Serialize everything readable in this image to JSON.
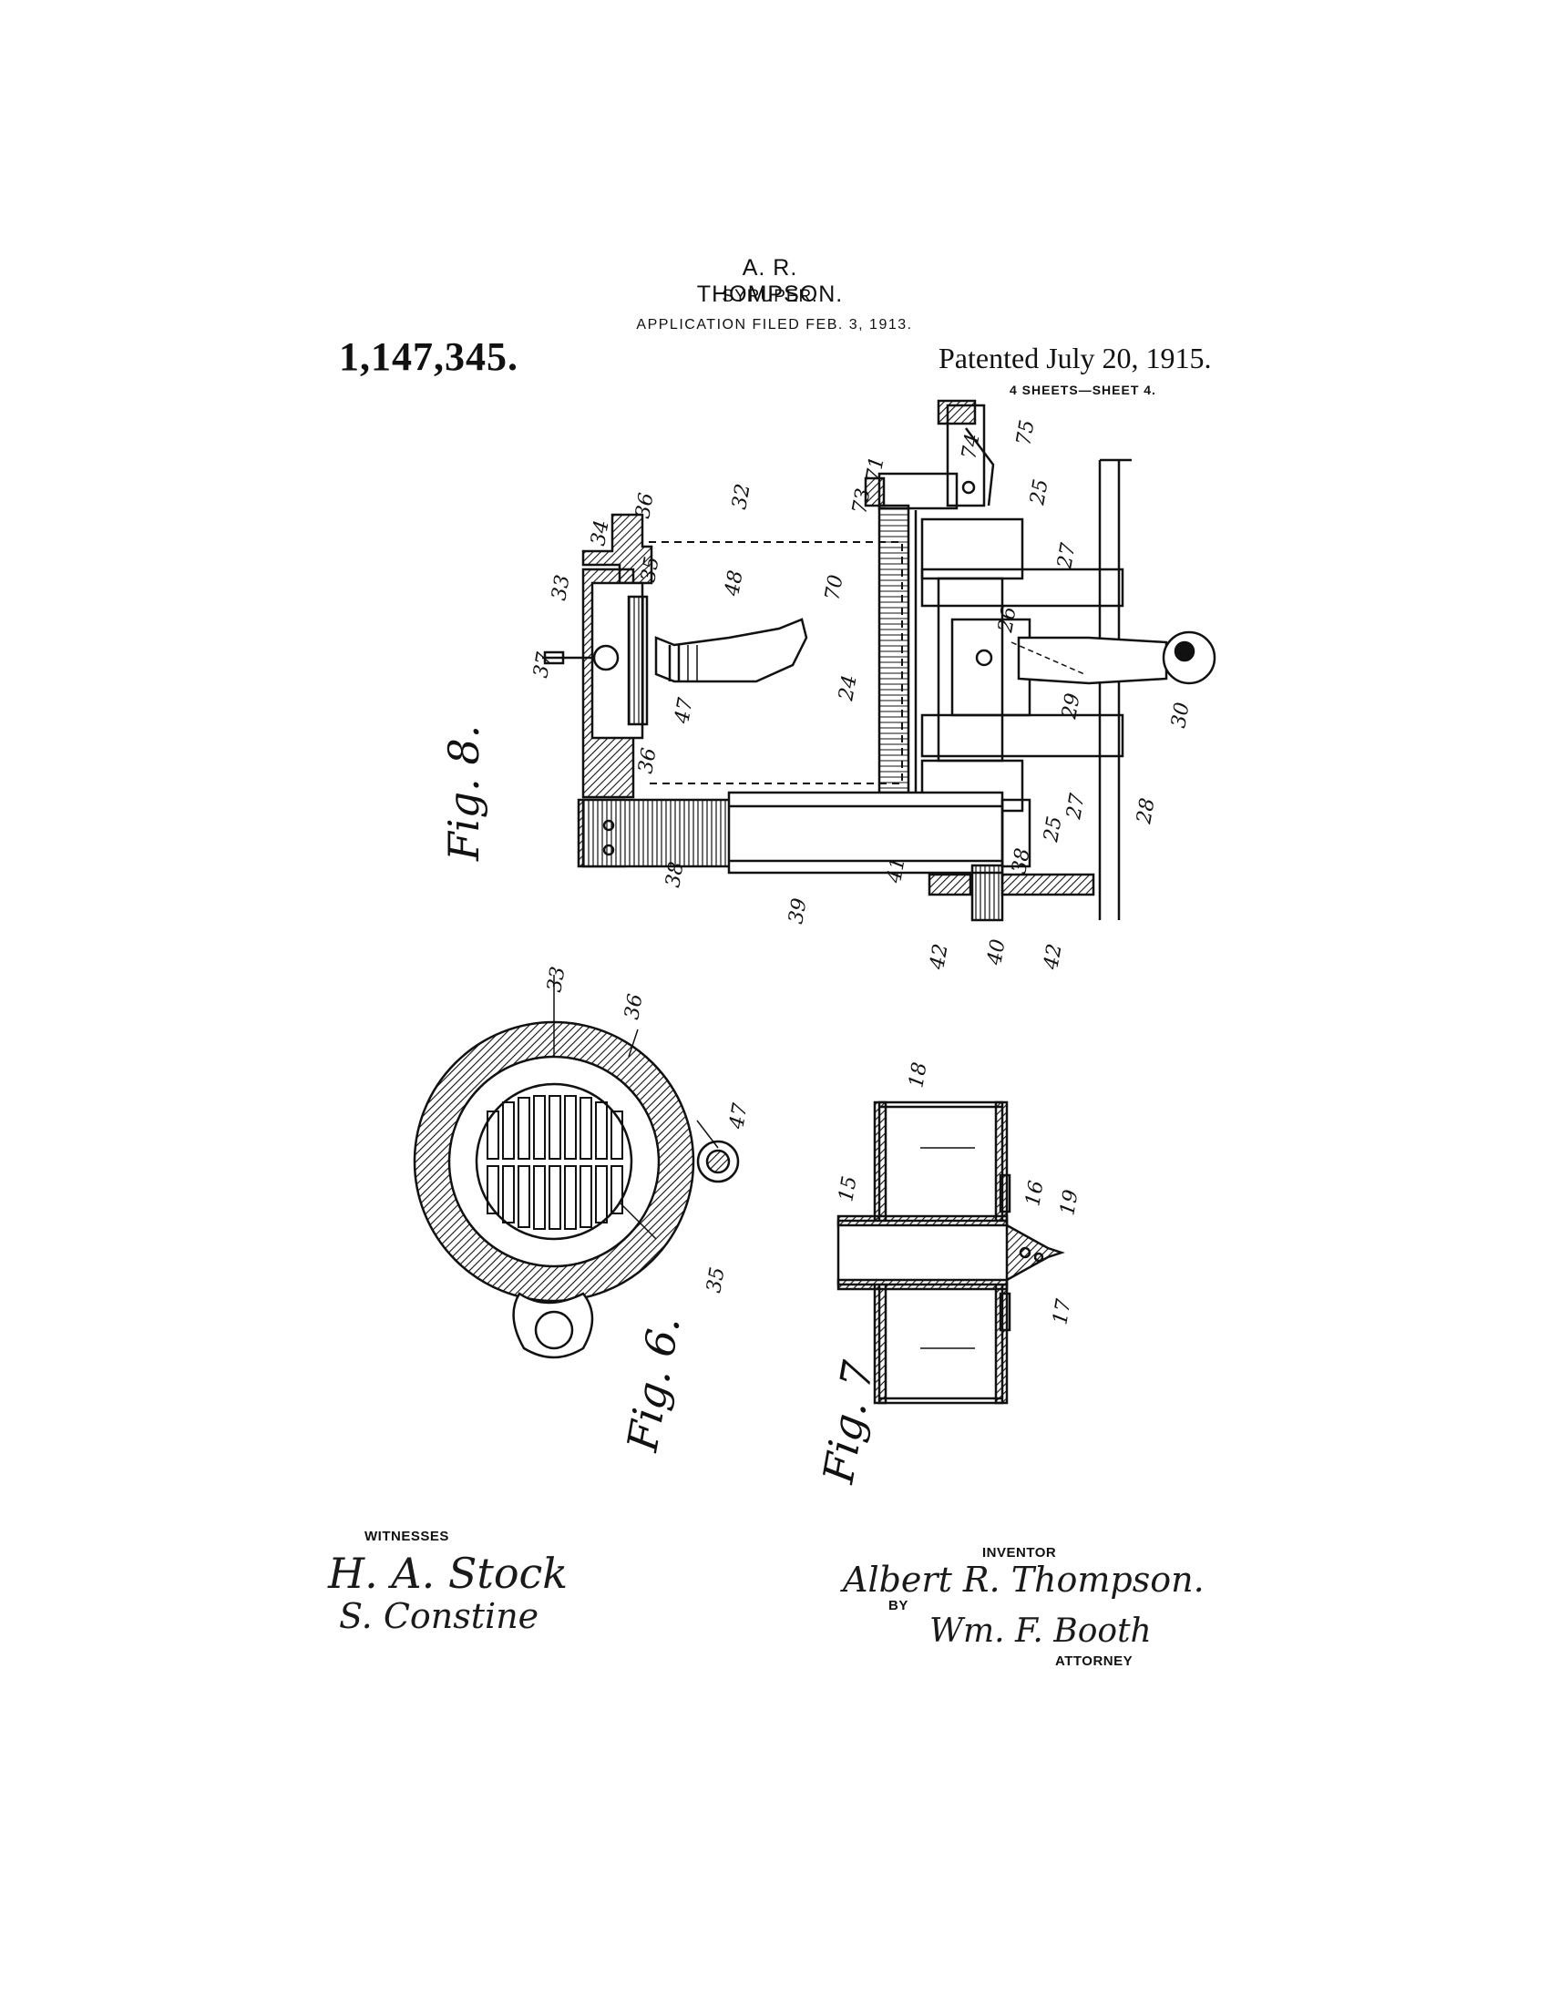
{
  "header": {
    "inventor_name": "A. R. THOMPSON.",
    "title": "SYRUPER.",
    "filed": "APPLICATION FILED FEB. 3, 1913.",
    "patent_number": "1,147,345.",
    "patented_date": "Patented July 20, 1915.",
    "sheets": "4 SHEETS—SHEET 4."
  },
  "figures": {
    "fig8": {
      "label": "Fig. 8.",
      "refs": [
        "34",
        "36",
        "32",
        "33",
        "35",
        "37",
        "47",
        "48",
        "36",
        "70",
        "24",
        "73",
        "71",
        "74",
        "75",
        "25",
        "27",
        "26",
        "29",
        "30",
        "27",
        "25",
        "28",
        "38",
        "39",
        "41",
        "38",
        "40",
        "42",
        "42"
      ]
    },
    "fig6": {
      "label": "Fig. 6.",
      "refs": [
        "33",
        "36",
        "47",
        "35"
      ]
    },
    "fig7": {
      "label": "Fig. 7",
      "refs": [
        "18",
        "15",
        "16",
        "19",
        "17"
      ]
    }
  },
  "signatures": {
    "witnesses_label": "WITNESSES",
    "witness_1": "H. A. Stock",
    "witness_2": "S. Constine",
    "inventor_label": "INVENTOR",
    "inventor_signature": "Albert R. Thompson.",
    "by_label": "BY",
    "attorney_signature": "Wm. F. Booth",
    "attorney_label": "ATTORNEY"
  }
}
